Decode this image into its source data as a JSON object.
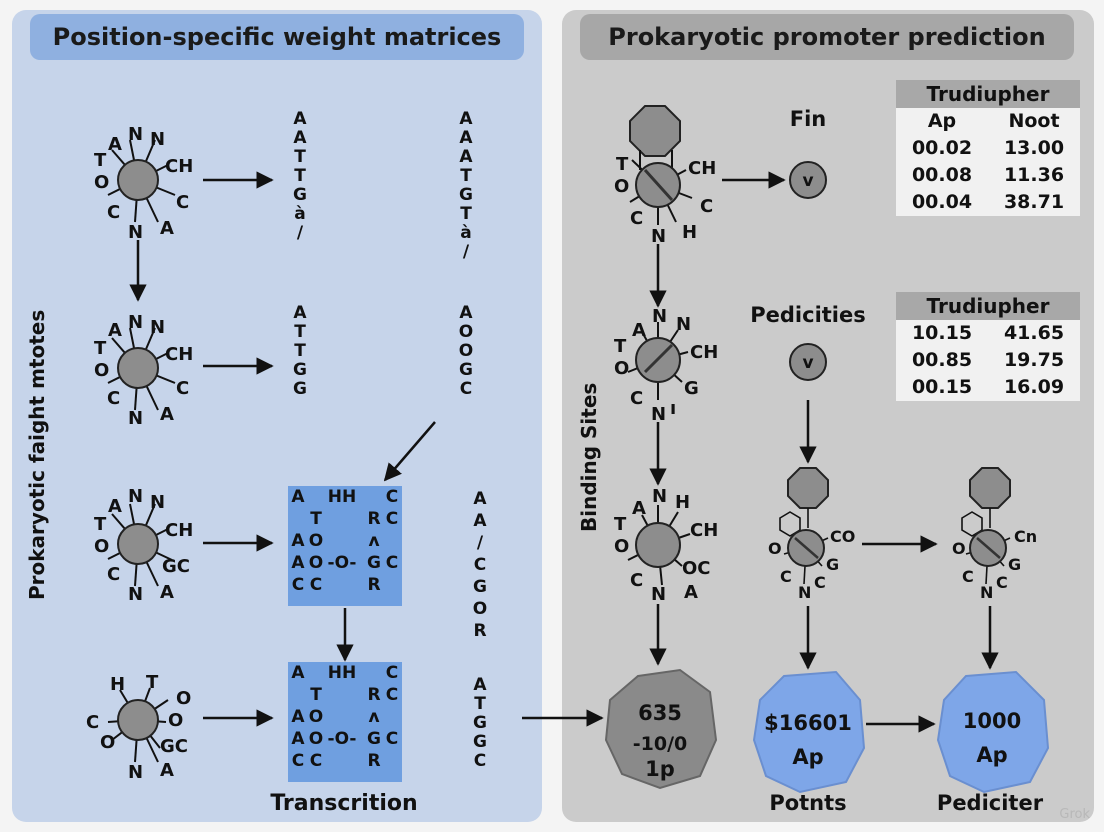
{
  "left_panel": {
    "title": "Position-specific weight matrices",
    "vertical_label": "Prokaryotic faight mtotes",
    "caption": "Transcrition",
    "sequences": [
      "AATTGà/",
      "AAATGTà/",
      "ATTGG",
      "AOOGC",
      "AA/CGOR",
      "ATGGC"
    ],
    "matrix_rows": [
      [
        "A",
        "",
        "HH",
        "",
        "C"
      ],
      [
        "",
        "T",
        "",
        "R",
        "C"
      ],
      [
        "A",
        "O",
        "",
        "ʌ",
        ""
      ],
      [
        "A",
        "O",
        "-O-",
        "G",
        "C"
      ],
      [
        "C",
        "C",
        "",
        "R",
        ""
      ]
    ]
  },
  "right_panel": {
    "title": "Prokaryotic promoter prediction",
    "vertical_label": "Binding Sites",
    "label_fin": "Fin",
    "label_pedicities": "Pedicities",
    "node_v1": "v",
    "node_v2": "v",
    "blob1_line1": "635",
    "blob1_line2": "-10/0",
    "blob1_line3": "1p",
    "blob2_line1": "$16601",
    "blob2_line2": "Ap",
    "blob3_line1": "1000",
    "blob3_line2": "Ap",
    "caption_potnts": "Potnts",
    "caption_pediciter": "Pediciter",
    "table1": {
      "header": "Trudiupher",
      "columns": [
        "Ap",
        "Noot"
      ],
      "rows": [
        [
          "00.02",
          "13.00"
        ],
        [
          "00.08",
          "11.36"
        ],
        [
          "00.04",
          "38.71"
        ]
      ]
    },
    "table2": {
      "header": "Trudiupher",
      "rows": [
        [
          "10.15",
          "41.65"
        ],
        [
          "00.85",
          "19.75"
        ],
        [
          "00.15",
          "16.09"
        ]
      ]
    }
  },
  "molecule_labels": {
    "row1": [
      "T",
      "A",
      "N",
      "N",
      "CH",
      "O",
      "C",
      "C",
      "N",
      "A"
    ],
    "row4": [
      "H",
      "T",
      "O",
      "C",
      "O",
      "O",
      "GC",
      "N",
      "A"
    ]
  },
  "watermark": "Grok",
  "colors": {
    "left_bg": "#c6d4ea",
    "left_title_bg": "#8fb0e0",
    "right_bg": "#cbcbcb",
    "right_title_bg": "#a7a7a7",
    "matrix_fill": "#6f9fe0",
    "blob_blue": "#7ea6e8",
    "blob_gray": "#8a8a8a",
    "node_gray": "#8d8d8d"
  }
}
